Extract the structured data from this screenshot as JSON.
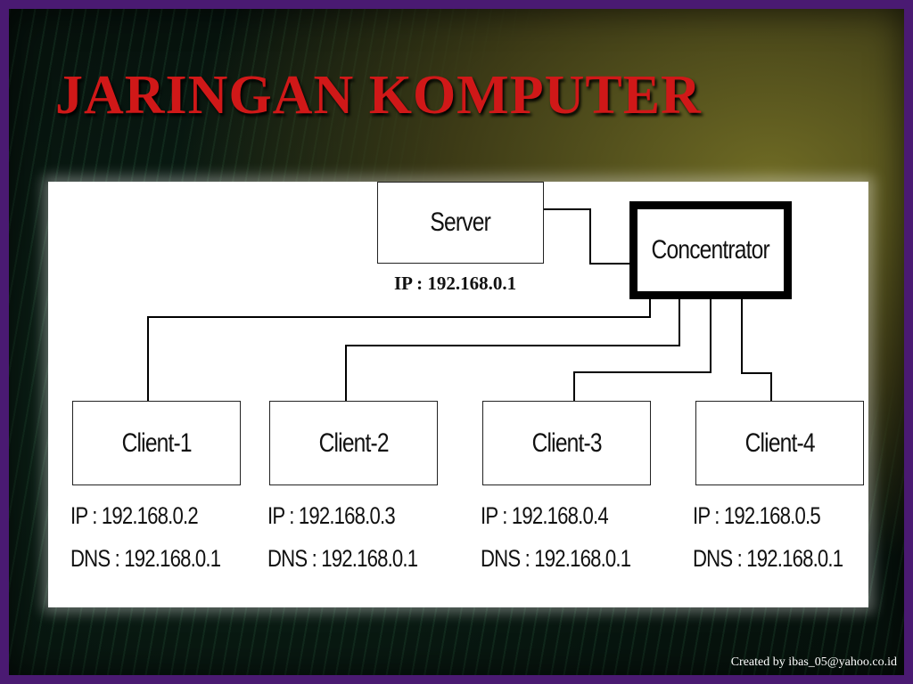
{
  "title": "JARINGAN KOMPUTER",
  "server": {
    "label": "Server",
    "ip": "IP : 192.168.0.1"
  },
  "concentrator": {
    "label": "Concentrator"
  },
  "clients": [
    {
      "label": "Client-1",
      "ip": "IP : 192.168.0.2",
      "dns": "DNS : 192.168.0.1"
    },
    {
      "label": "Client-2",
      "ip": "IP : 192.168.0.3",
      "dns": "DNS : 192.168.0.1"
    },
    {
      "label": "Client-3",
      "ip": "IP : 192.168.0.4",
      "dns": "DNS : 192.168.0.1"
    },
    {
      "label": "Client-4",
      "ip": "IP : 192.168.0.5",
      "dns": "DNS : 192.168.0.1"
    }
  ],
  "footer": "Created by ibas_05@yahoo.co.id",
  "colors": {
    "title": "#d01818",
    "frame": "#4a1a72",
    "panel": "#ffffff",
    "line": "#000000"
  }
}
